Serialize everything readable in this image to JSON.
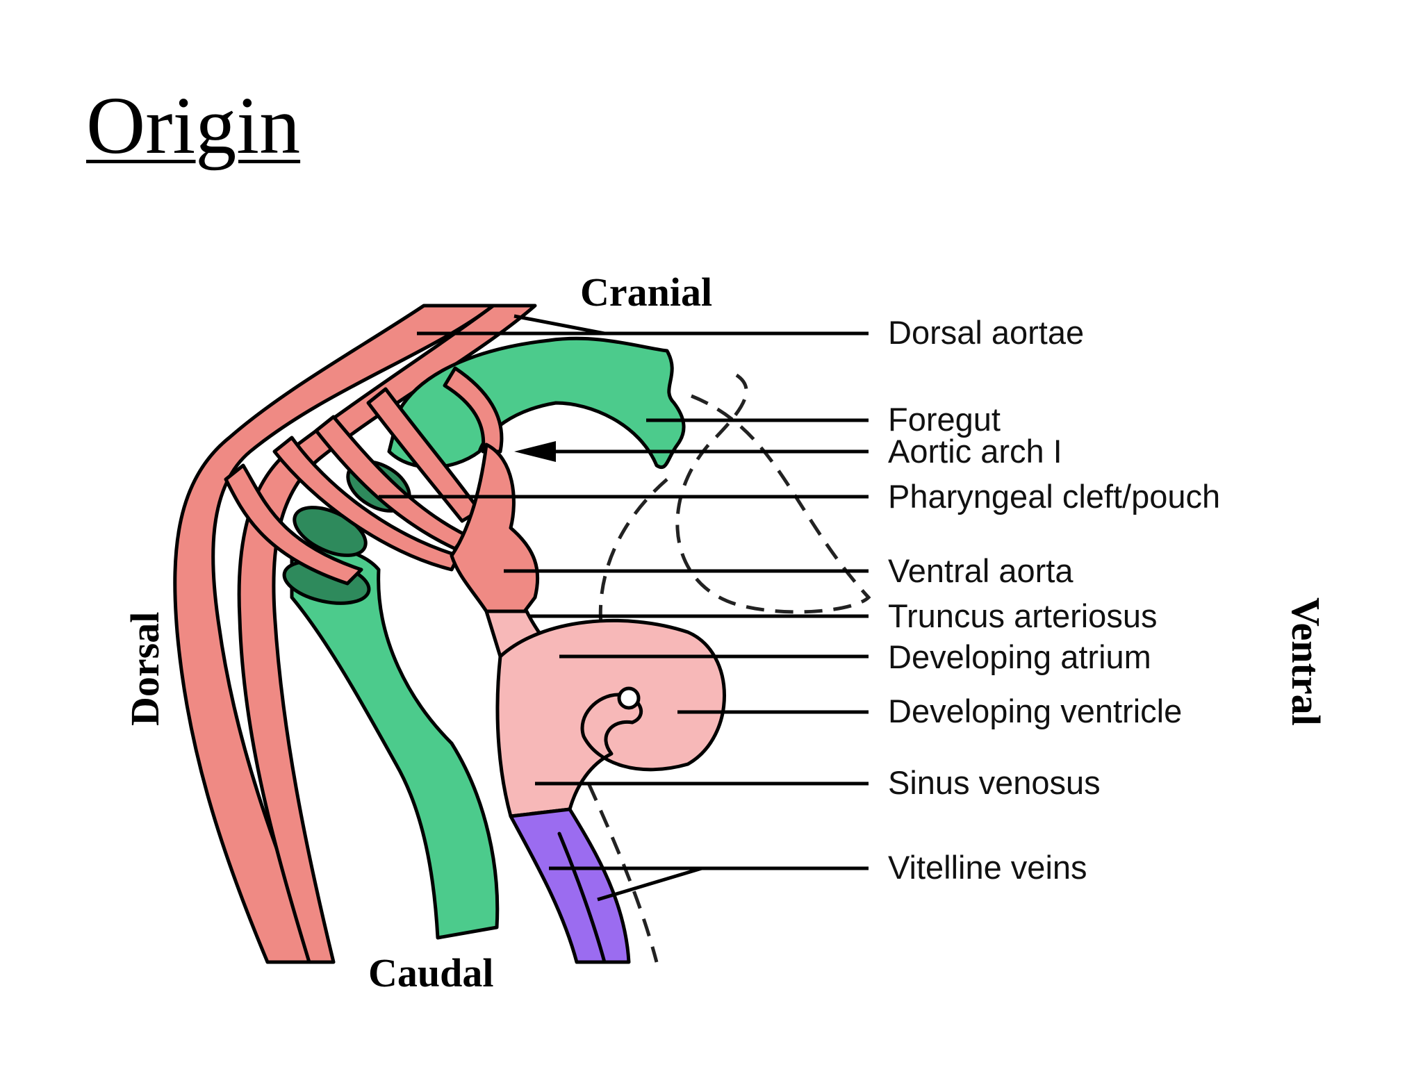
{
  "title": "Origin",
  "orientation": {
    "cranial": "Cranial",
    "caudal": "Caudal",
    "dorsal": "Dorsal",
    "ventral": "Ventral"
  },
  "labels": [
    "Dorsal aortae",
    "Foregut",
    "Aortic arch I",
    "Pharyngeal cleft/pouch",
    "Ventral aorta",
    "Truncus arteriosus",
    "Developing atrium",
    "Developing ventricle",
    "Sinus venosus",
    "Vitelline veins"
  ],
  "colors": {
    "artery": "#ef8a84",
    "foregut": "#4ccb8c",
    "pouch": "#2e8a5c",
    "heart": "#f7b8b8",
    "vein": "#9b6cf0"
  }
}
